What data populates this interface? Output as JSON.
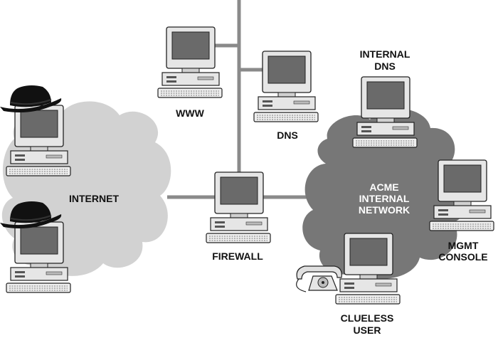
{
  "labels": {
    "www": "WWW",
    "dns": "DNS",
    "internal_dns_line1": "INTERNAL",
    "internal_dns_line2": "DNS",
    "internet": "INTERNET",
    "firewall": "FIREWALL",
    "acme_line1": "ACME",
    "acme_line2": "INTERNAL",
    "acme_line3": "NETWORK",
    "mgmt_line1": "MGMT",
    "mgmt_line2": "CONSOLE",
    "clueless_line1": "CLUELESS",
    "clueless_line2": "USER"
  },
  "colors": {
    "internet_cloud": "#d2d2d2",
    "internal_cloud": "#777777",
    "network_line": "#8a8a8a",
    "computer_body": "#e6e6e6",
    "screen": "#6a6a6a",
    "hat": "#111111"
  },
  "icons": [
    "computer-icon",
    "black-hat-icon",
    "telephone-icon",
    "cloud-icon"
  ]
}
